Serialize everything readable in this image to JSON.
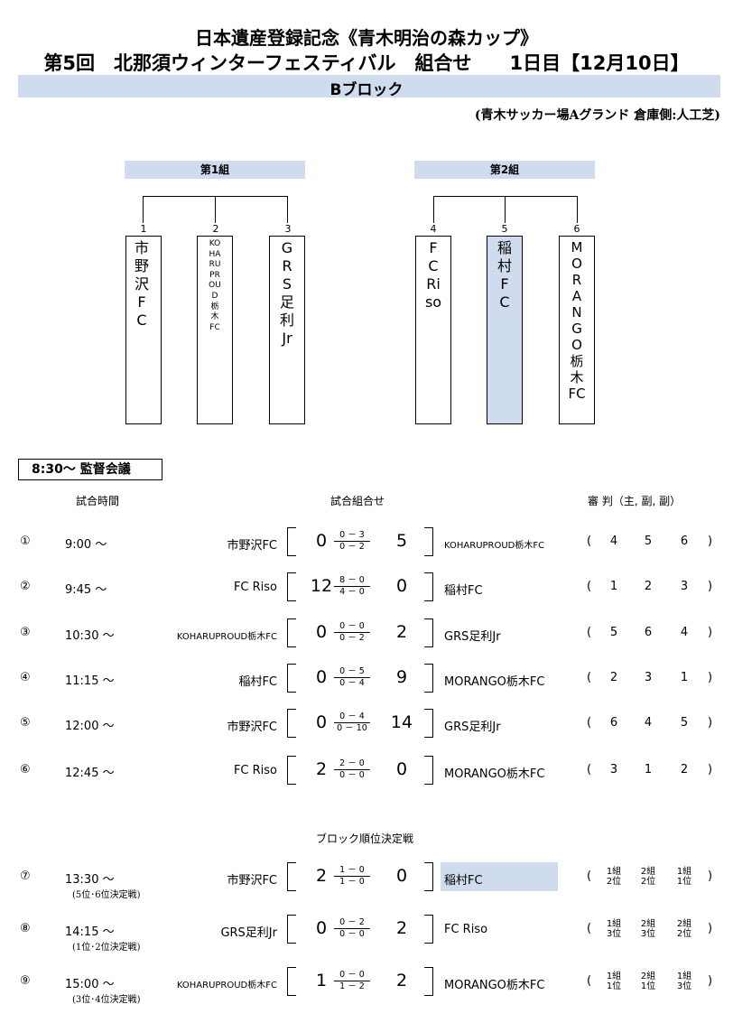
{
  "title_line1": "日本遺産登録記念《青木明治の森カップ》",
  "title_line2": "第5回　北那須ウィンターフェスティバル　組合せ　　1日目【12月10日】",
  "block": "Bブロック",
  "venue": "(青木サッカー場Aグランド 倉庫側:人工芝)",
  "groups": [
    {
      "label": "第1組",
      "teams": [
        {
          "no": "1",
          "name": "市野沢FC"
        },
        {
          "no": "2",
          "name": "KOHARUPROUD栃木FC"
        },
        {
          "no": "3",
          "name": "GRS足利Jr"
        }
      ]
    },
    {
      "label": "第2組",
      "teams": [
        {
          "no": "4",
          "name": "FC Riso"
        },
        {
          "no": "5",
          "name": "稲村FC"
        },
        {
          "no": "6",
          "name": "MORANGO栃木FC"
        }
      ]
    }
  ],
  "meeting": "8:30～ 監督会議",
  "headers": {
    "time": "試合時間",
    "matchup": "試合組合せ",
    "referee": "審 判（主, 副, 副）"
  },
  "matches": [
    {
      "num": "①",
      "time": "9:00 ～",
      "home": "市野沢FC",
      "hs": "0",
      "h1": "0",
      "a1": "3",
      "h2": "0",
      "a2": "2",
      "as": "5",
      "away": "KOHARUPROUD栃木FC",
      "refs": [
        "4",
        "5",
        "6"
      ]
    },
    {
      "num": "②",
      "time": "9:45 ～",
      "home": "FC Riso",
      "hs": "12",
      "h1": "8",
      "a1": "0",
      "h2": "4",
      "a2": "0",
      "as": "0",
      "away": "稲村FC",
      "refs": [
        "1",
        "2",
        "3"
      ]
    },
    {
      "num": "③",
      "time": "10:30 ～",
      "home": "KOHARUPROUD栃木FC",
      "hs": "0",
      "h1": "0",
      "a1": "0",
      "h2": "0",
      "a2": "2",
      "as": "2",
      "away": "GRS足利Jr",
      "refs": [
        "5",
        "6",
        "4"
      ]
    },
    {
      "num": "④",
      "time": "11:15 ～",
      "home": "稲村FC",
      "hs": "0",
      "h1": "0",
      "a1": "5",
      "h2": "0",
      "a2": "4",
      "as": "9",
      "away": "MORANGO栃木FC",
      "refs": [
        "2",
        "3",
        "1"
      ]
    },
    {
      "num": "⑤",
      "time": "12:00 ～",
      "home": "市野沢FC",
      "hs": "0",
      "h1": "0",
      "a1": "4",
      "h2": "0",
      "a2": "10",
      "as": "14",
      "away": "GRS足利Jr",
      "refs": [
        "6",
        "4",
        "5"
      ]
    },
    {
      "num": "⑥",
      "time": "12:45 ～",
      "home": "FC Riso",
      "hs": "2",
      "h1": "2",
      "a1": "0",
      "h2": "0",
      "a2": "0",
      "as": "0",
      "away": "MORANGO栃木FC",
      "refs": [
        "3",
        "1",
        "2"
      ]
    }
  ],
  "ranking_title": "ブロック順位決定戦",
  "ranking_matches": [
    {
      "num": "⑦",
      "time": "13:30 ～",
      "note": "(5位･6位決定戦)",
      "home": "市野沢FC",
      "hs": "2",
      "h1": "1",
      "a1": "0",
      "h2": "1",
      "a2": "0",
      "as": "0",
      "away": "稲村FC",
      "refs": [
        [
          "1組",
          "2位"
        ],
        [
          "2組",
          "2位"
        ],
        [
          "1組",
          "1位"
        ]
      ]
    },
    {
      "num": "⑧",
      "time": "14:15 ～",
      "note": "(1位･2位決定戦)",
      "home": "GRS足利Jr",
      "hs": "0",
      "h1": "0",
      "a1": "2",
      "h2": "0",
      "a2": "0",
      "as": "2",
      "away": "FC Riso",
      "refs": [
        [
          "1組",
          "3位"
        ],
        [
          "2組",
          "3位"
        ],
        [
          "2組",
          "2位"
        ]
      ]
    },
    {
      "num": "⑨",
      "time": "15:00 ～",
      "note": "(3位･4位決定戦)",
      "home": "KOHARUPROUD栃木FC",
      "hs": "1",
      "h1": "0",
      "a1": "0",
      "h2": "1",
      "a2": "2",
      "as": "2",
      "away": "MORANGO栃木FC",
      "refs": [
        [
          "1組",
          "1位"
        ],
        [
          "2組",
          "1位"
        ],
        [
          "1組",
          "3位"
        ]
      ]
    }
  ],
  "paren_open": "(",
  "paren_close": ")",
  "dash": "－",
  "colors": {
    "highlight": "#cfdcee"
  }
}
